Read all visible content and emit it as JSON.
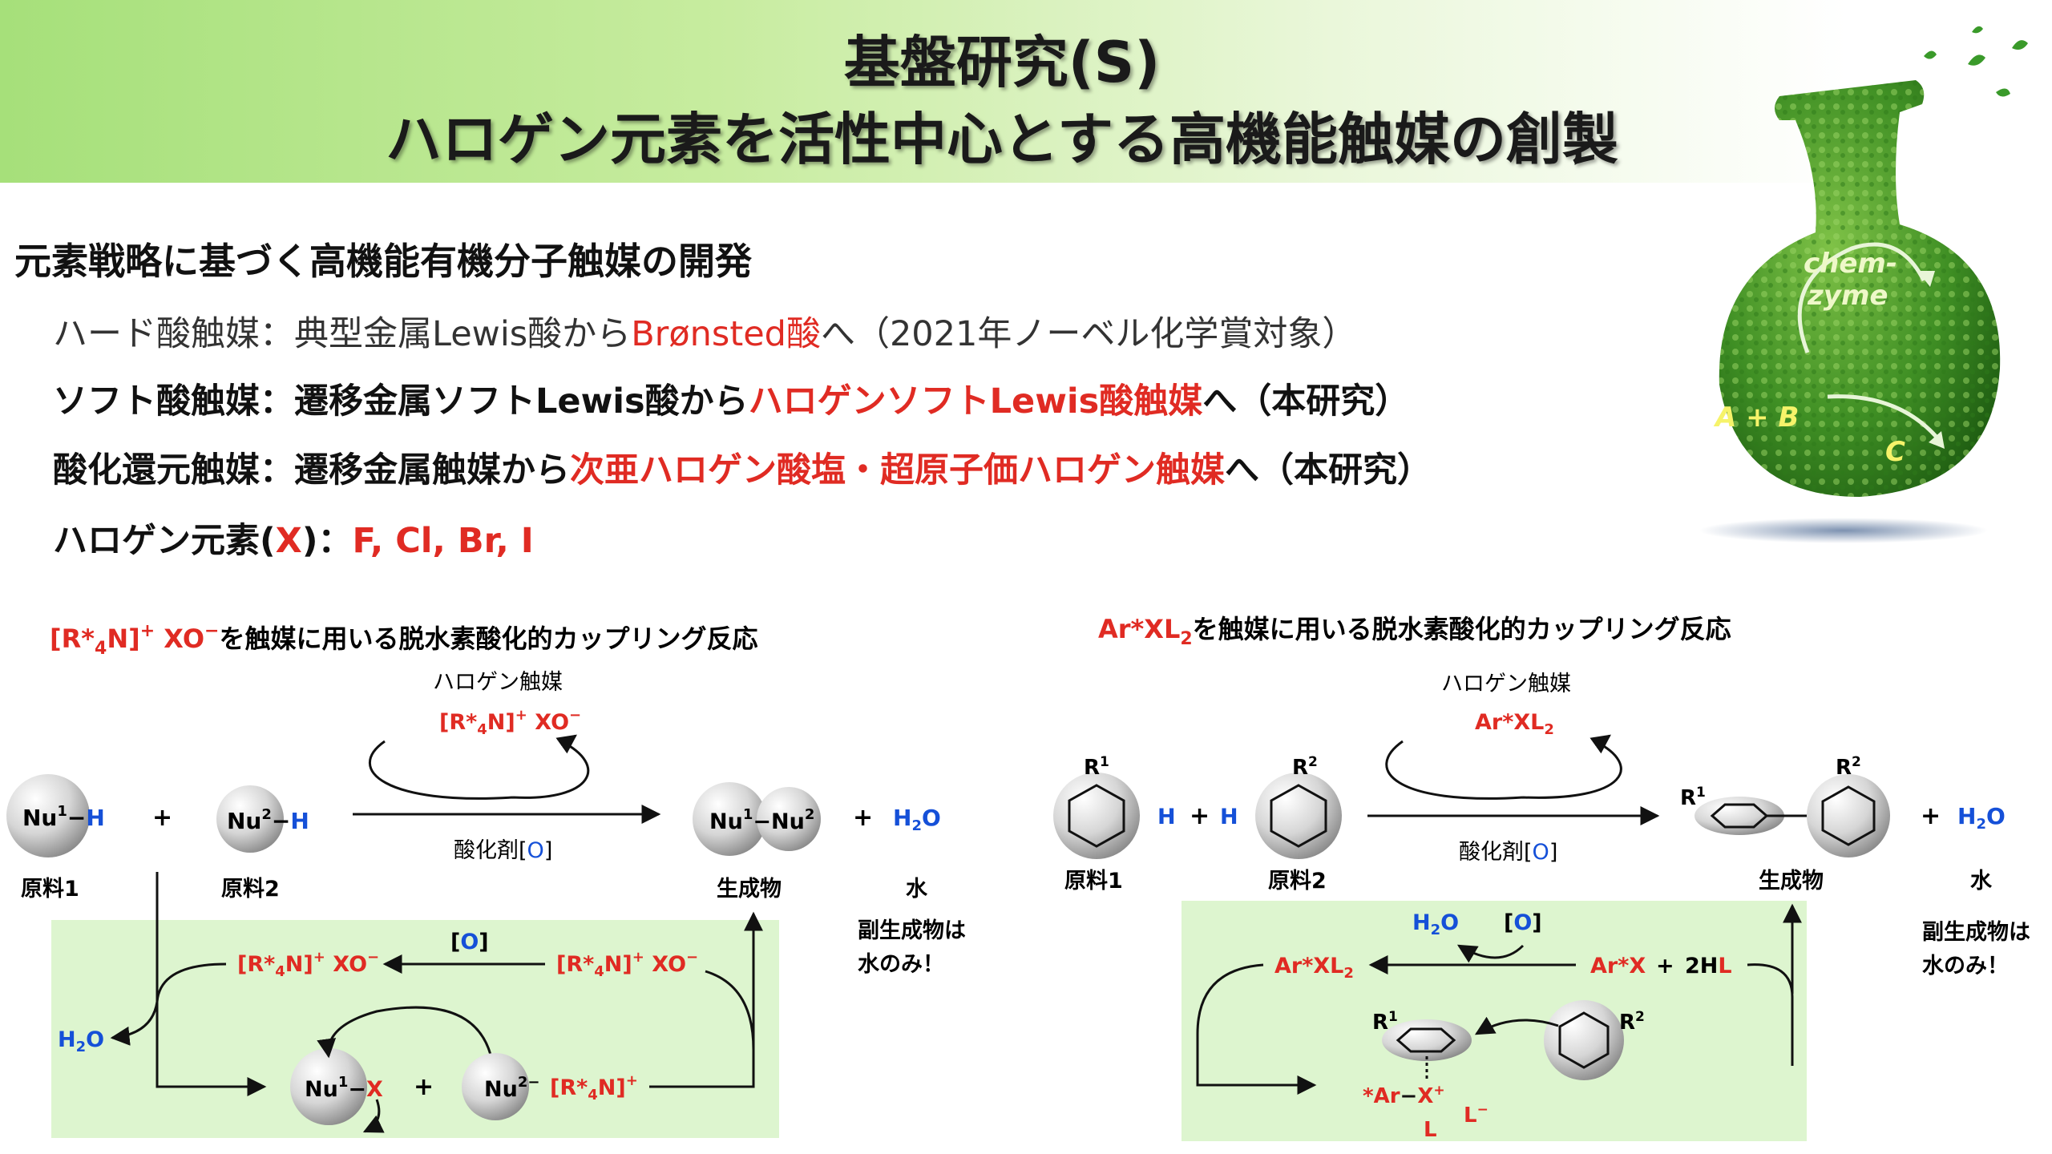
{
  "header": {
    "title_line1": "基盤研究(S)",
    "title_line2": "ハロゲン元素を活性中心とする高機能触媒の創製"
  },
  "intro": {
    "subtitle": "元素戦略に基づく高機能有機分子触媒の開発",
    "line1_a": "ハード酸触媒：典型金属Lewis酸から",
    "line1_b": "Brønsted酸",
    "line1_c": "へ（2021年ノーベル化学賞対象）",
    "line2_a": "ソフト酸触媒：遷移金属ソフトLewis酸から",
    "line2_b": "ハロゲンソフトLewis酸触媒",
    "line2_c": "へ（本研究）",
    "line3_a": "酸化還元触媒：遷移金属触媒から",
    "line3_b": "次亜ハロゲン酸塩・超原子価ハロゲン触媒",
    "line3_c": "へ（本研究）",
    "line4_a": "ハロゲン元素(",
    "line4_b": "X",
    "line4_c": ")：",
    "line4_d": "F, Cl, Br, I"
  },
  "flask": {
    "label1": "chem-",
    "label2": "zyme",
    "ab": "A + B",
    "c": "C"
  },
  "left": {
    "heading_a": "[R*",
    "heading_sub": "4",
    "heading_b": "N]",
    "heading_sup": "+",
    "heading_c": " XO",
    "heading_sup2": "−",
    "heading_d": "を触媒に用いる脱水素酸化的カップリング反応",
    "catalyst_label": "ハロゲン触媒",
    "catalyst_a": "[R*",
    "catalyst_sub": "4",
    "catalyst_b": "N]",
    "catalyst_sup": "+",
    "catalyst_c": " XO",
    "catalyst_sup2": "−",
    "nu": "Nu",
    "one": "1",
    "two": "2",
    "dash": "−",
    "h": "H",
    "plus": "+",
    "oxidant_a": "酸化剤[",
    "oxidant_o": "O",
    "oxidant_b": "]",
    "water_h": "H",
    "water_2": "2",
    "water_o": "O",
    "sm1": "原料1",
    "sm2": "原料2",
    "product": "生成物",
    "water_label": "水",
    "byproduct1": "副生成物は",
    "byproduct2": "水のみ！",
    "cycle_o_a": "[",
    "cycle_o": "O",
    "cycle_o_b": "]",
    "x": "X"
  },
  "right": {
    "heading_a": "Ar*XL",
    "heading_sub": "2",
    "heading_b": "を触媒に用いる脱水素酸化的カップリング反応",
    "catalyst_label": "ハロゲン触媒",
    "catalyst_a": "Ar*XL",
    "catalyst_sub": "2",
    "r": "R",
    "one": "1",
    "two": "2",
    "h": "H",
    "plus": "+",
    "oxidant_a": "酸化剤[",
    "oxidant_o": "O",
    "oxidant_b": "]",
    "water_h": "H",
    "water_2": "2",
    "water_o": "O",
    "sm1": "原料1",
    "sm2": "原料2",
    "product": "生成物",
    "water_label": "水",
    "byproduct1": "副生成物は",
    "byproduct2": "水のみ！",
    "cycle_o_a": "[",
    "cycle_o": "O",
    "cycle_o_b": "]",
    "arx": "Ar*X",
    "twohl_a": "2H",
    "twohl_b": "L",
    "int_ar": "*Ar",
    "dash": "−",
    "int_x": "X",
    "plus_sup": "+",
    "l": "L",
    "lminus": "L",
    "minus": "−"
  }
}
